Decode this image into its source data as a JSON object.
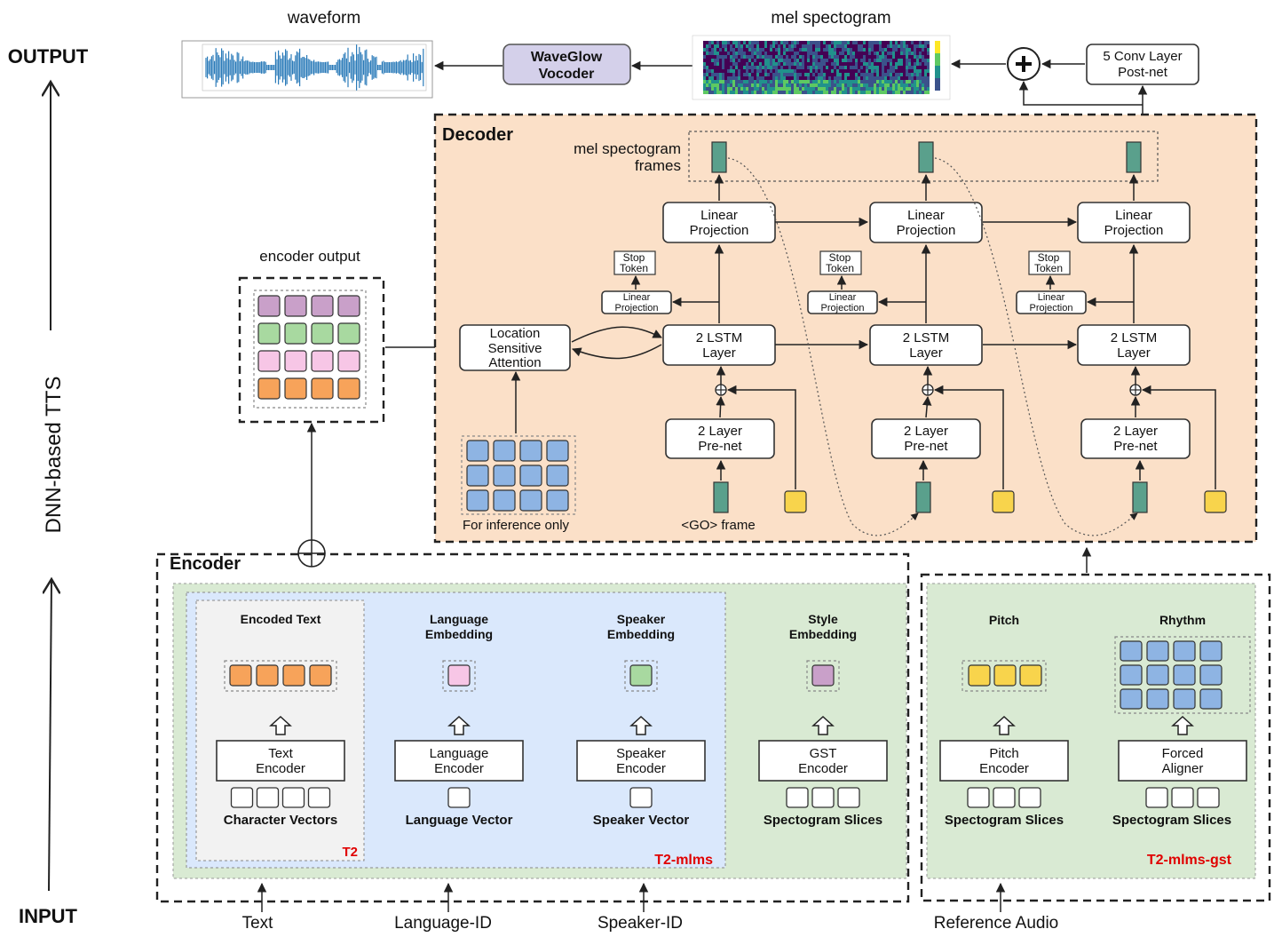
{
  "colors": {
    "decoder_bg": "#fbe0c8",
    "encoder_green": "#d9ead3",
    "encoder_blue": "#dae8fc",
    "encoder_gray": "#f2f2f2",
    "purple": "#c9a0c9",
    "green": "#a8d9a0",
    "pink": "#f7c6e6",
    "orange": "#f7a35a",
    "blue": "#8eb4e3",
    "teal": "#5aa08c",
    "yellow": "#f8d44c",
    "vocoder": "#d4d0ea",
    "red_label": "#e00000"
  },
  "side": {
    "output": "OUTPUT",
    "input": "INPUT",
    "dnn": "DNN-based TTS"
  },
  "top": {
    "waveform": "waveform",
    "mel_title": "mel spectogram",
    "vocoder_line1": "WaveGlow",
    "vocoder_line2": "Vocoder",
    "postnet_line1": "5 Conv Layer",
    "postnet_line2": "Post-net"
  },
  "encoder_output": {
    "label": "encoder output",
    "row_colors": [
      "purple",
      "green",
      "pink",
      "orange"
    ]
  },
  "decoder": {
    "title": "Decoder",
    "mel_frames_line1": "mel spectogram",
    "mel_frames_line2": "frames",
    "attention_line1": "Location",
    "attention_line2": "Sensitive",
    "attention_line3": "Attention",
    "inference_only": "For inference only",
    "go_frame": "<GO> frame",
    "linear_projection_line1": "Linear",
    "linear_projection_line2": "Projection",
    "stop_line1": "Stop",
    "stop_line2": "Token",
    "lstm_line1": "2 LSTM",
    "lstm_line2": "Layer",
    "prenet_line1": "2 Layer",
    "prenet_line2": "Pre-net"
  },
  "encoder": {
    "title": "Encoder",
    "columns": [
      {
        "head1": "Encoded Text",
        "head2": "",
        "box1": "Text",
        "box2": "Encoder",
        "caption": "Character Vectors",
        "color": "orange",
        "cells": 4,
        "inputs": 4
      },
      {
        "head1": "Language",
        "head2": "Embedding",
        "box1": "Language",
        "box2": "Encoder",
        "caption": "Language Vector",
        "color": "pink",
        "cells": 1,
        "inputs": 1
      },
      {
        "head1": "Speaker",
        "head2": "Embedding",
        "box1": "Speaker",
        "box2": "Encoder",
        "caption": "Speaker Vector",
        "color": "green",
        "cells": 1,
        "inputs": 1
      },
      {
        "head1": "Style",
        "head2": "Embedding",
        "box1": "GST",
        "box2": "Encoder",
        "caption": "Spectogram Slices",
        "color": "purple",
        "cells": 1,
        "inputs": 3
      }
    ],
    "ref_columns": [
      {
        "head1": "Pitch",
        "box1": "Pitch",
        "box2": "Encoder",
        "caption": "Spectogram Slices",
        "color": "yellow",
        "inputs": 3
      },
      {
        "head1": "Rhythm",
        "box1": "Forced",
        "box2": "Aligner",
        "caption": "Spectogram Slices",
        "color": "blue",
        "inputs": 3
      }
    ],
    "tags": {
      "t2": "T2",
      "t2_mlms": "T2-mlms",
      "t2_mlms_gst": "T2-mlms-gst"
    }
  },
  "inputs": {
    "text": "Text",
    "language_id": "Language-ID",
    "speaker_id": "Speaker-ID",
    "reference_audio": "Reference Audio"
  }
}
